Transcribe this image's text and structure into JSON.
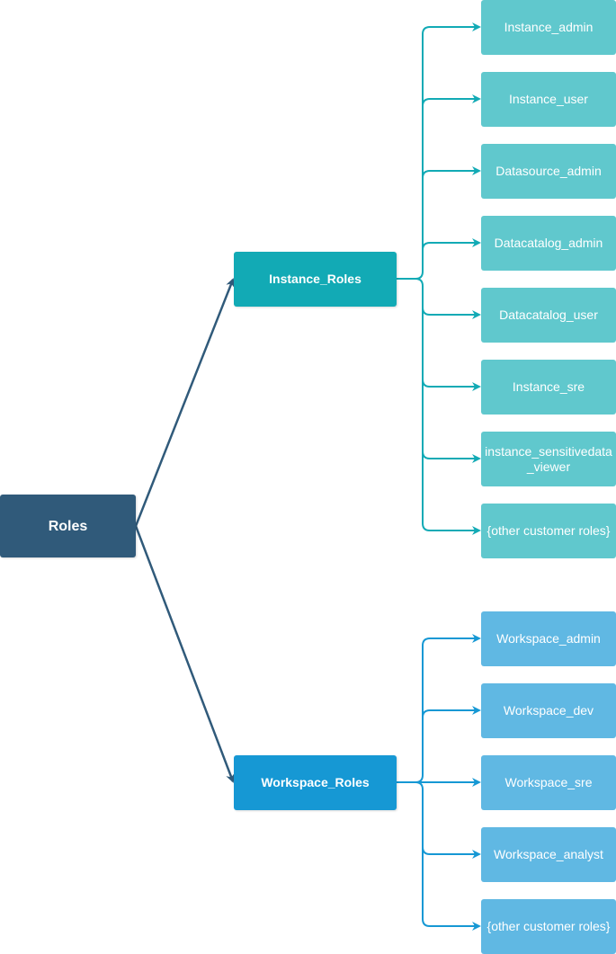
{
  "colors": {
    "root": "#305a7a",
    "instance_group": "#12aab5",
    "workspace_group": "#1698d4",
    "instance_leaf": "#60c8cd",
    "workspace_leaf": "#60b8e3",
    "root_edge": "#305a7a",
    "instance_edge": "#12aab5",
    "workspace_edge": "#1698d4"
  },
  "root": {
    "label": "Roles"
  },
  "groups": [
    {
      "label": "Instance_Roles",
      "children": [
        "Instance_admin",
        "Instance_user",
        "Datasource_admin",
        "Datacatalog_admin",
        "Datacatalog_user",
        "Instance_sre",
        "instance_sensitivedata_viewer",
        "{other customer roles}"
      ]
    },
    {
      "label": "Workspace_Roles",
      "children": [
        "Workspace_admin",
        "Workspace_dev",
        "Workspace_sre",
        "Workspace_analyst",
        "{other customer roles}"
      ]
    }
  ]
}
